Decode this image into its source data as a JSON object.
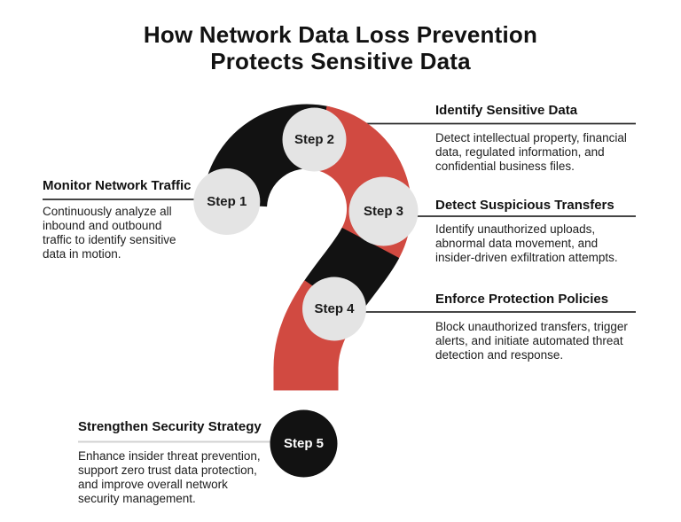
{
  "title": {
    "line1": "How Network Data Loss Prevention",
    "line2": "Protects Sensitive Data"
  },
  "steps": [
    {
      "label": "Step 1"
    },
    {
      "label": "Step 2"
    },
    {
      "label": "Step 3"
    },
    {
      "label": "Step 4"
    },
    {
      "label": "Step 5"
    }
  ],
  "sections": {
    "monitor": {
      "heading": "Monitor Network Traffic",
      "body": "Continuously analyze all inbound and outbound traffic to identify sensitive data in motion."
    },
    "identify": {
      "heading": "Identify Sensitive Data",
      "body": "Detect intellectual property, financial data, regulated information, and confidential business files."
    },
    "detect": {
      "heading": "Detect Suspicious Transfers",
      "body": "Identify unauthorized uploads, abnormal data movement, and insider-driven exfiltration attempts."
    },
    "enforce": {
      "heading": "Enforce Protection Policies",
      "body": "Block unauthorized transfers, trigger alerts, and initiate automated threat detection and response."
    },
    "strengthen": {
      "heading": "Strengthen Security Strategy",
      "body": "Enhance insider threat prevention, support zero trust data protection, and improve overall network security management."
    }
  },
  "colors": {
    "ink": "#121212",
    "red": "#d14a41",
    "circle_gray": "#e4e4e4",
    "line_dark": "#2b2b2b",
    "line_gray": "#d2d2d2"
  }
}
